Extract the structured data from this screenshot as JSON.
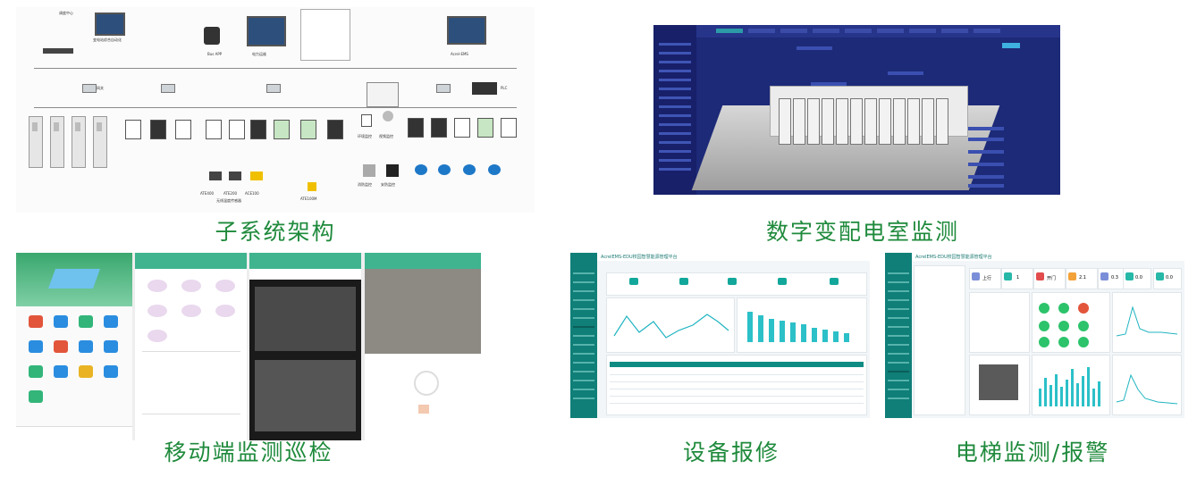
{
  "captions": {
    "architecture": "子系统架构",
    "digital_room": "数字变配电室监测",
    "mobile": "移动端监测巡检",
    "maintenance": "设备报修",
    "elevator": "电梯监测/报警"
  },
  "architecture": {
    "top_left": "调度中心",
    "substation_auto": "变电站综合自动化",
    "bus_app": "Bus APP",
    "power_dispatch": "电力运维",
    "acrel_ems": "Acrel-EMS",
    "gateway": "网关",
    "plc": "PLC",
    "bottom_1": "ATE400",
    "bottom_2": "ATE200",
    "bottom_3": "ACE100",
    "bottom_4": "ATE100M",
    "wireless": "无线温度传感器",
    "env": "环境监控",
    "video": "视频监控",
    "fire": "消防监控",
    "security": "安防监控"
  },
  "maintenance_ui": {
    "title": "AcrelEMS-EDU校园智慧能源管理平台"
  },
  "elevator_ui": {
    "title": "AcrelEMS-EDU校园智慧能源管理平台",
    "kpis": [
      "上行",
      "1",
      "开门",
      "2.1",
      "0.3",
      "0.0",
      "0.0"
    ]
  },
  "colors": {
    "caption": "#1f8a3c",
    "teal_sidebar": "#0f7f78",
    "mobile_header": "#3fb48f",
    "room_bg": "#1d2a78"
  }
}
